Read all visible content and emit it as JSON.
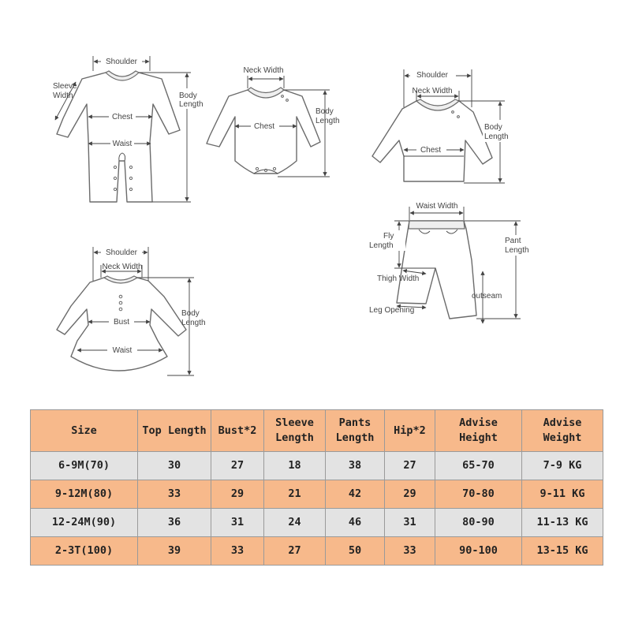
{
  "diagrams": {
    "romper": {
      "shoulder": "Shoulder",
      "sleeve_width_1": "Sleeve",
      "sleeve_width_2": "Width",
      "chest": "Chest",
      "waist": "Waist",
      "body_length_1": "Body",
      "body_length_2": "Length"
    },
    "bodysuit": {
      "neck_width": "Neck Width",
      "chest": "Chest",
      "body_length_1": "Body",
      "body_length_2": "Length"
    },
    "sweatshirt": {
      "shoulder": "Shoulder",
      "neck_width": "Neck Width",
      "chest": "Chest",
      "body_length_1": "Body",
      "body_length_2": "Length"
    },
    "pants": {
      "waist_width": "Waist Width",
      "fly_length_1": "Fly",
      "fly_length_2": "Length",
      "pant_length_1": "Pant",
      "pant_length_2": "Length",
      "thigh_width": "Thigh Width",
      "outseam": "outseam",
      "leg_opening": "Leg Opening"
    },
    "dress": {
      "shoulder": "Shoulder",
      "neck_width": "Neck Width",
      "bust": "Bust",
      "waist": "Waist",
      "body_length_1": "Body",
      "body_length_2": "Length"
    }
  },
  "table": {
    "headers": [
      [
        "Size"
      ],
      [
        "Top Length"
      ],
      [
        "Bust*2"
      ],
      [
        "Sleeve",
        "Length"
      ],
      [
        "Pants",
        "Length"
      ],
      [
        "Hip*2"
      ],
      [
        "Advise",
        "Height"
      ],
      [
        "Advise",
        "Weight"
      ]
    ],
    "rows": [
      [
        "6-9M(70)",
        "30",
        "27",
        "18",
        "38",
        "27",
        "65-70",
        "7-9 KG"
      ],
      [
        "9-12M(80)",
        "33",
        "29",
        "21",
        "42",
        "29",
        "70-80",
        "9-11 KG"
      ],
      [
        "12-24M(90)",
        "36",
        "31",
        "24",
        "46",
        "31",
        "80-90",
        "11-13 KG"
      ],
      [
        "2-3T(100)",
        "39",
        "33",
        "27",
        "50",
        "33",
        "90-100",
        "13-15 KG"
      ]
    ]
  },
  "colors": {
    "header_bg": "#f7b98b",
    "row_gray": "#e3e3e3",
    "row_orange": "#f7b98b",
    "border": "#9a9a9a"
  }
}
